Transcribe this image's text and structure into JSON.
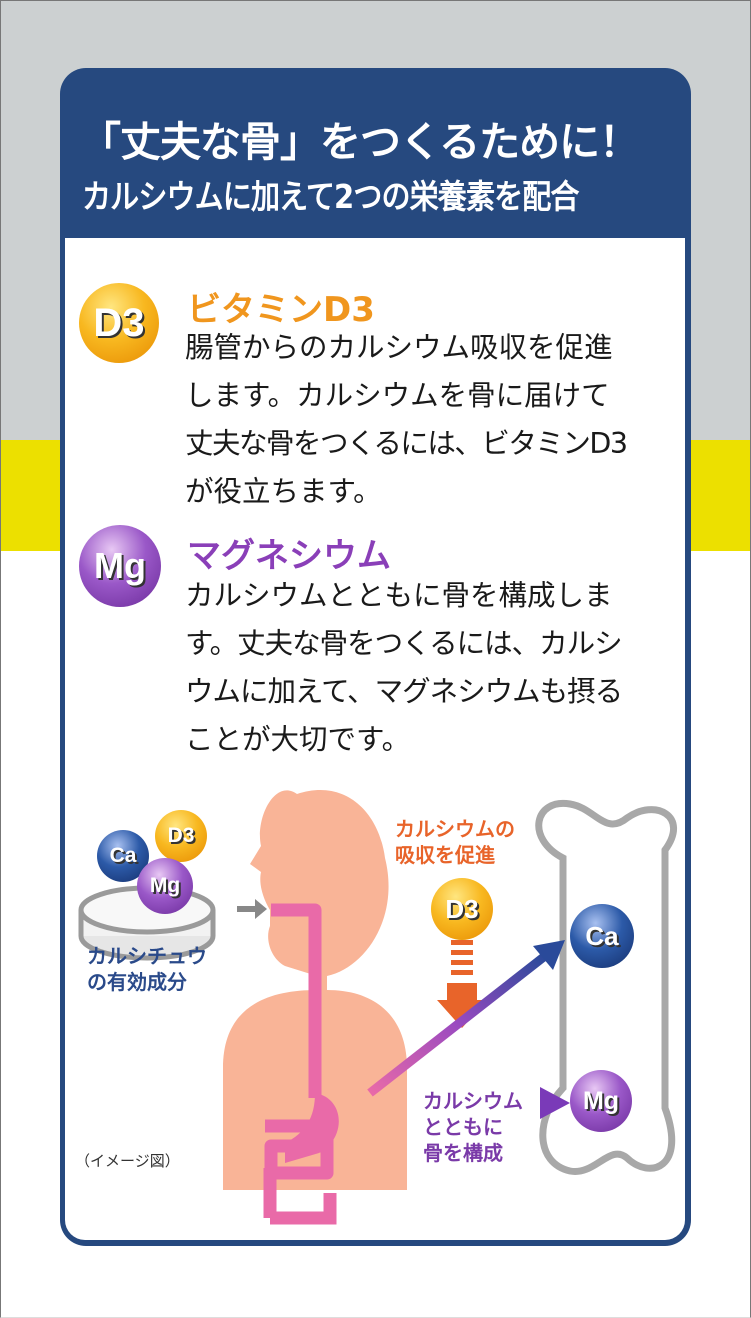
{
  "header": {
    "title_line1": "「丈夫な骨」をつくるために！",
    "title_line2": "カルシウムに加えて2つの栄養素を配合"
  },
  "sections": [
    {
      "badge": "D3",
      "title": "ビタミンD3",
      "title_color": "#f0961e",
      "lines": [
        "腸管からのカルシウム吸収を促進",
        "します。カルシウムを骨に届けて",
        "丈夫な骨をつくるには、ビタミンD3",
        "が役立ちます。"
      ]
    },
    {
      "badge": "Mg",
      "title": "マグネシウム",
      "title_color": "#8a3fb8",
      "lines": [
        "カルシウムとともに骨を構成しま",
        "す。丈夫な骨をつくるには、カルシ",
        "ウムに加えて、マグネシウムも摂る",
        "ことが大切です。"
      ]
    }
  ],
  "diagram": {
    "tablet_balls": [
      "Ca",
      "D3",
      "Mg"
    ],
    "tablet_caption": [
      "カルシチュウ",
      "の有効成分"
    ],
    "absorption_caption": [
      "カルシウムの",
      "吸収を促進"
    ],
    "absorption_ball": "D3",
    "bone_balls": [
      "Ca",
      "Mg"
    ],
    "bone_caption": [
      "カルシウム",
      "とともに",
      "骨を構成"
    ],
    "note": "（イメージ図）"
  },
  "colors": {
    "navy": "#26497f",
    "orange_text": "#e8642a",
    "purple_text": "#7a3aa8",
    "blue_text": "#2a4a8a",
    "skin": "#f9b497",
    "gut": "#e96aa8",
    "bone": "#a8a8a8"
  }
}
